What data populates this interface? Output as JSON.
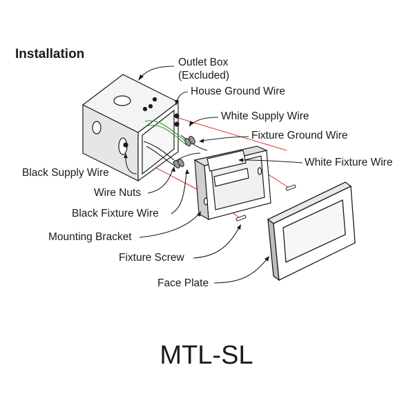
{
  "title": "Installation",
  "labels": {
    "outlet_box": "Outlet Box",
    "outlet_box_note": "(Excluded)",
    "house_ground_wire": "House Ground Wire",
    "white_supply_wire": "White Supply Wire",
    "fixture_ground_wire": "Fixture Ground Wire",
    "white_fixture_wire": "White Fixture Wire",
    "black_supply_wire": "Black Supply Wire",
    "wire_nuts": "Wire Nuts",
    "black_fixture_wire": "Black Fixture Wire",
    "mounting_bracket": "Mounting Bracket",
    "fixture_screw": "Fixture Screw",
    "face_plate": "Face Plate"
  },
  "model": "MTL-SL",
  "colors": {
    "line": "#1a1a1a",
    "red_guide": "#e03030",
    "green_wire": "#3aa13a",
    "box_shade": "#d9d9d9",
    "plate_shade": "#eeeeee"
  }
}
